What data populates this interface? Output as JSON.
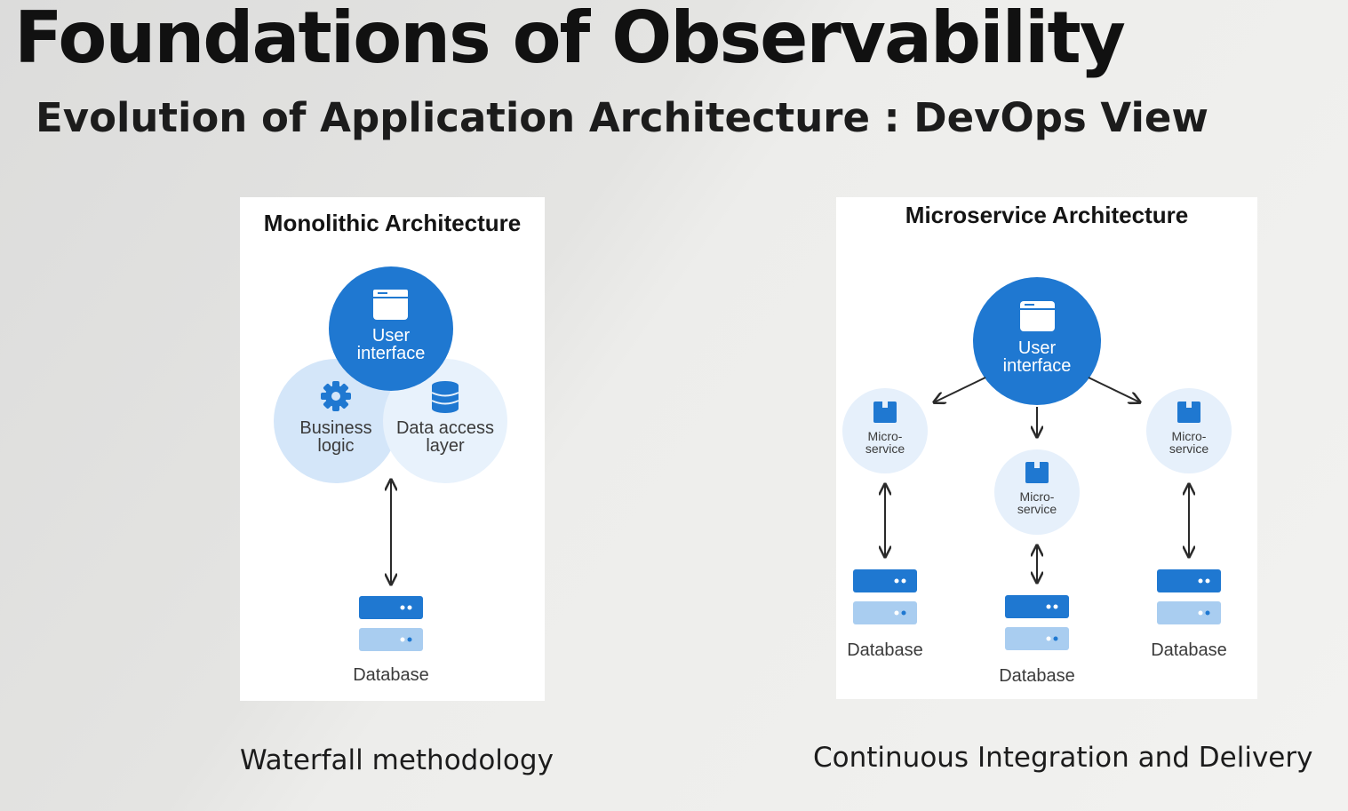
{
  "slide": {
    "title": "Foundations of Observability",
    "subtitle": "Evolution of Application Architecture : DevOps View"
  },
  "monolithic": {
    "title": "Monolithic Architecture",
    "user_interface": [
      "User",
      "interface"
    ],
    "business_logic": [
      "Business",
      "logic"
    ],
    "data_access_layer": [
      "Data access",
      "layer"
    ],
    "database": "Database",
    "caption": "Waterfall methodology"
  },
  "microservice": {
    "title": "Microservice Architecture",
    "user_interface": [
      "User",
      "interface"
    ],
    "services": [
      [
        "Micro-",
        "service"
      ],
      [
        "Micro-",
        "service"
      ],
      [
        "Micro-",
        "service"
      ]
    ],
    "databases": [
      "Database",
      "Database",
      "Database"
    ],
    "caption": "Continuous Integration and Delivery"
  },
  "colors": {
    "primary_blue": "#1f78d1",
    "light_blue": "#a9cdf0",
    "pale_blue": "#dbeafa",
    "arrow": "#2a2a2a"
  },
  "icons": [
    "window-icon",
    "gear-icon",
    "database-stack-icon",
    "box-icon",
    "server-icon",
    "double-arrow-icon"
  ]
}
